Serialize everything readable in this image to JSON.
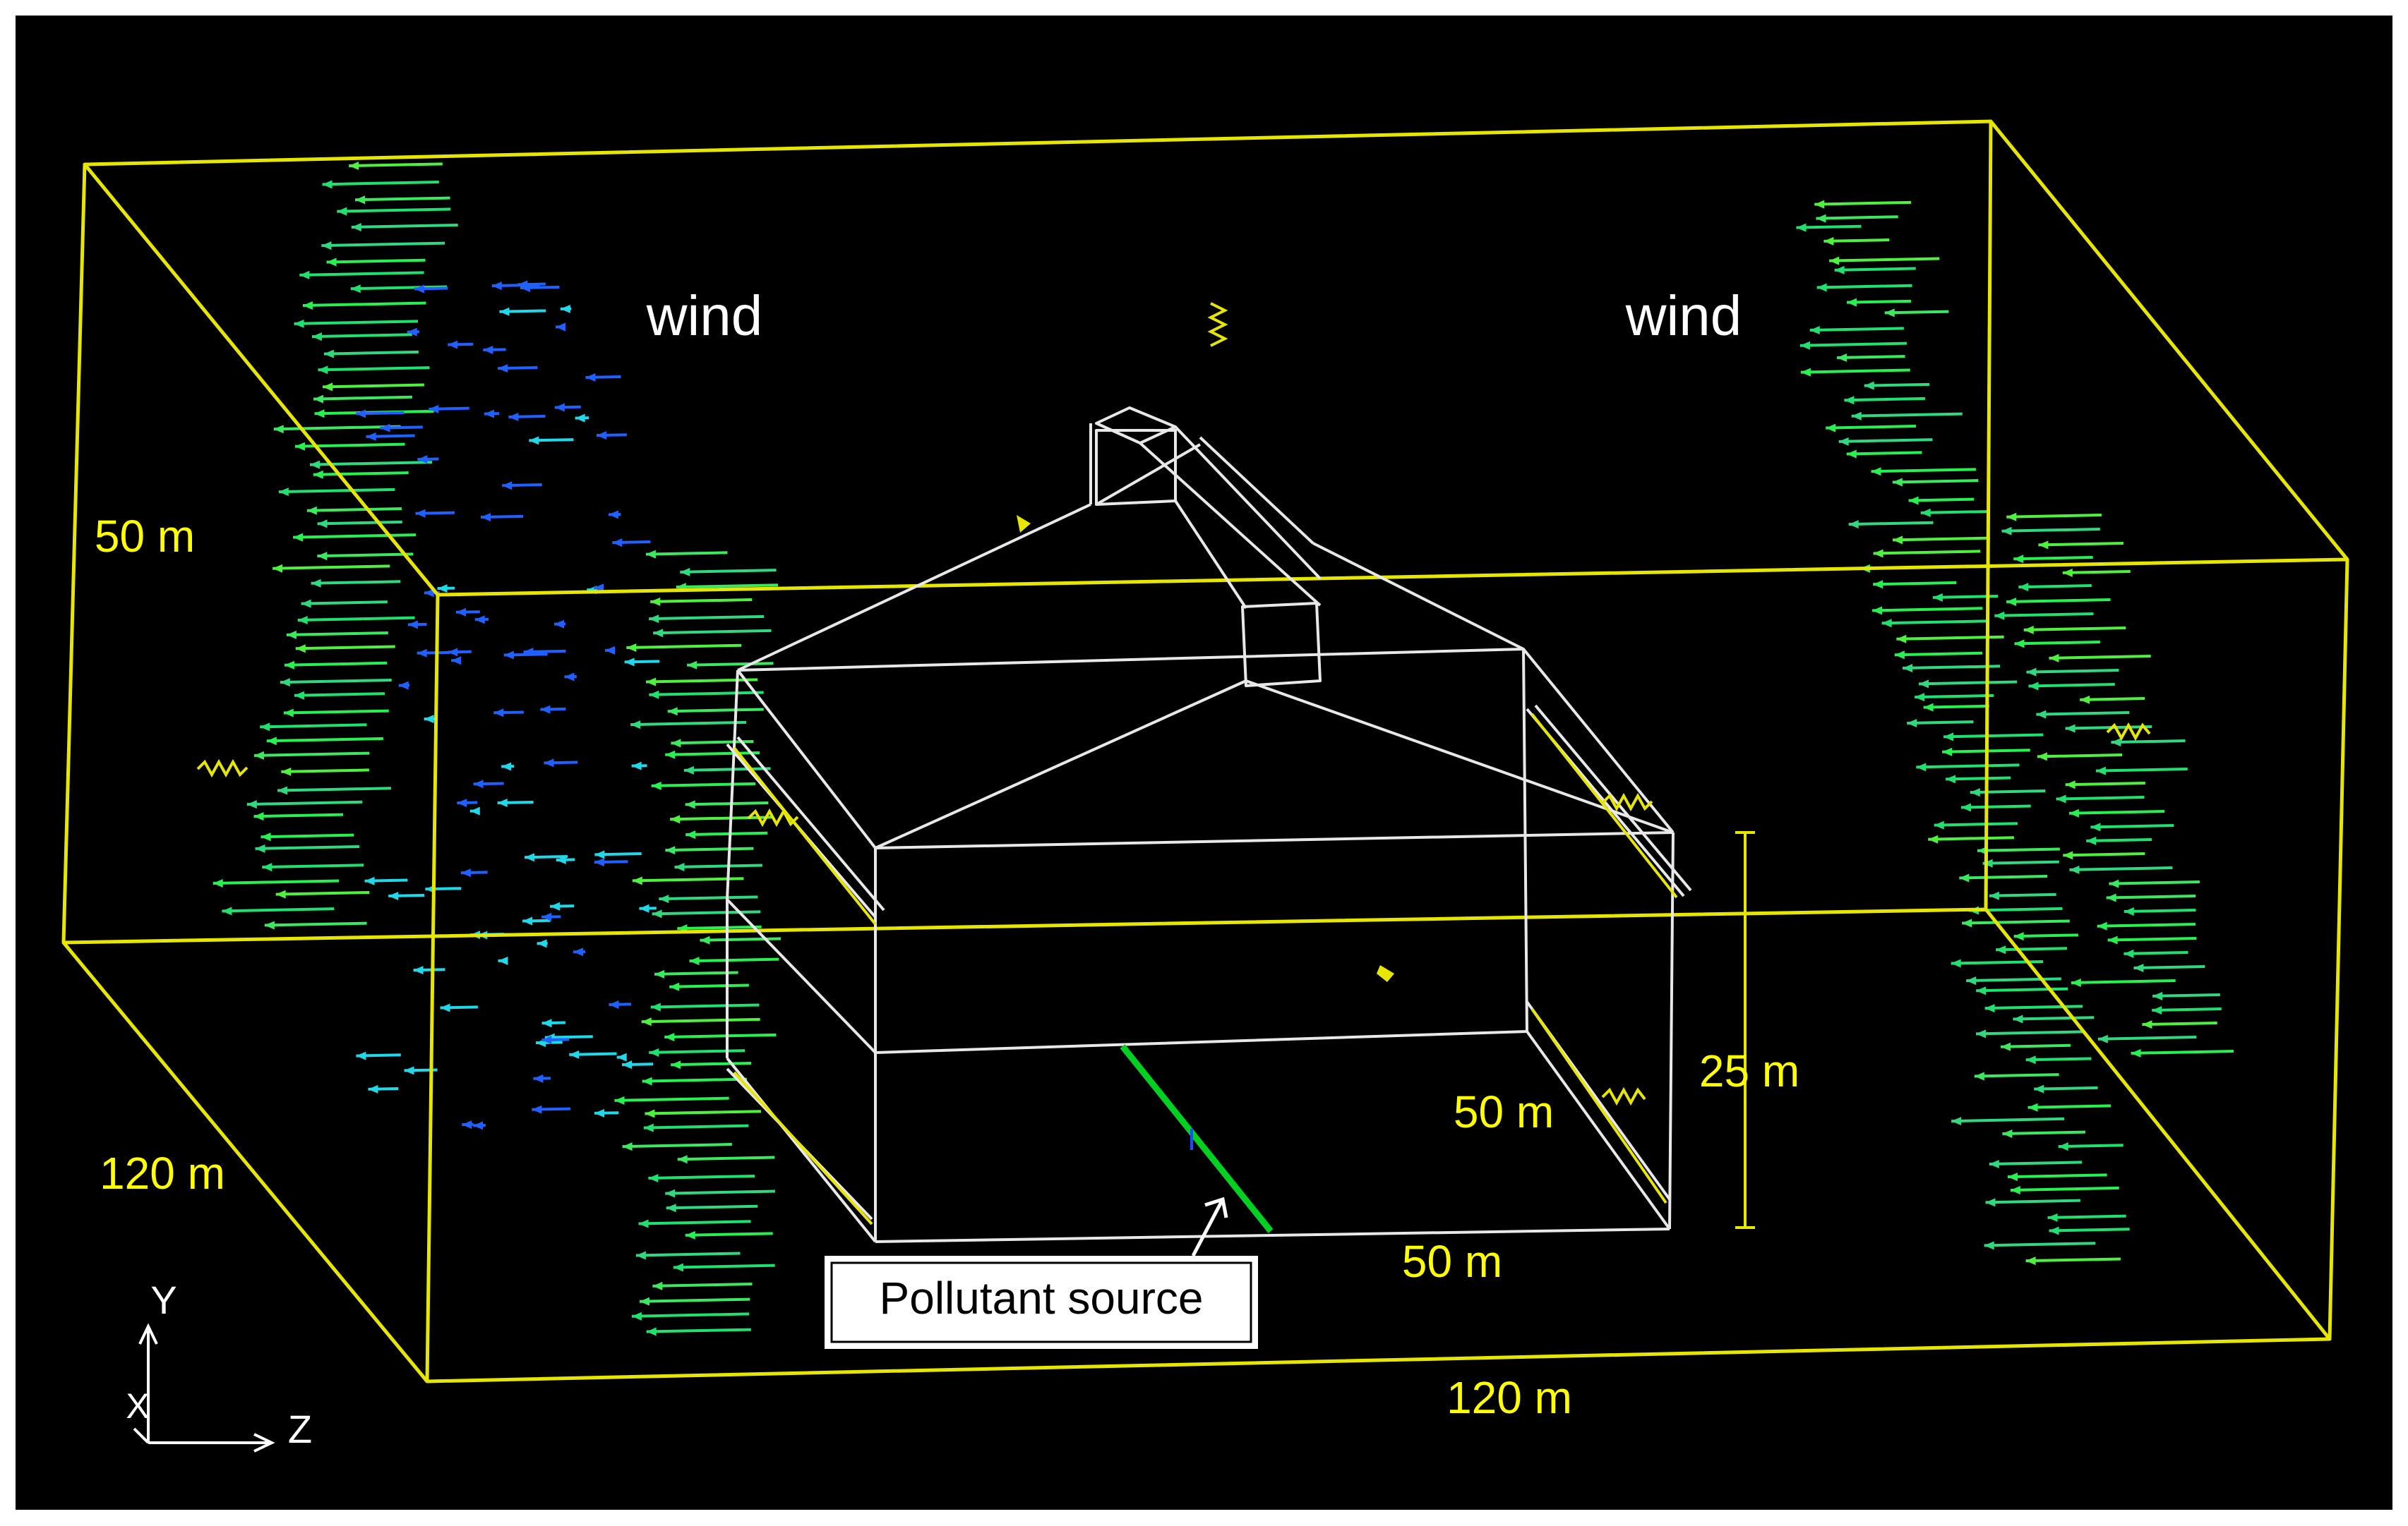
{
  "labels": {
    "wind_left": "wind",
    "wind_right": "wind",
    "domain_height": "50 m",
    "domain_depth": "120 m",
    "domain_length": "120 m",
    "building_height": "25 m",
    "building_depth": "50 m",
    "building_width": "50 m",
    "pollutant_source": "Pollutant source"
  },
  "axes": {
    "y": "Y",
    "x": "X",
    "z": "Z"
  },
  "colors": {
    "background": "#000000",
    "domain": "#e6e600",
    "building": "#e8e8e8",
    "label_yellow": "#ffff00",
    "wind_green": "#28f050",
    "wind_blue": "#2060ff",
    "wind_cyan": "#20d8e8",
    "source": "#00d020",
    "callout_border": "#ffffff",
    "axes": "#ffffff"
  }
}
